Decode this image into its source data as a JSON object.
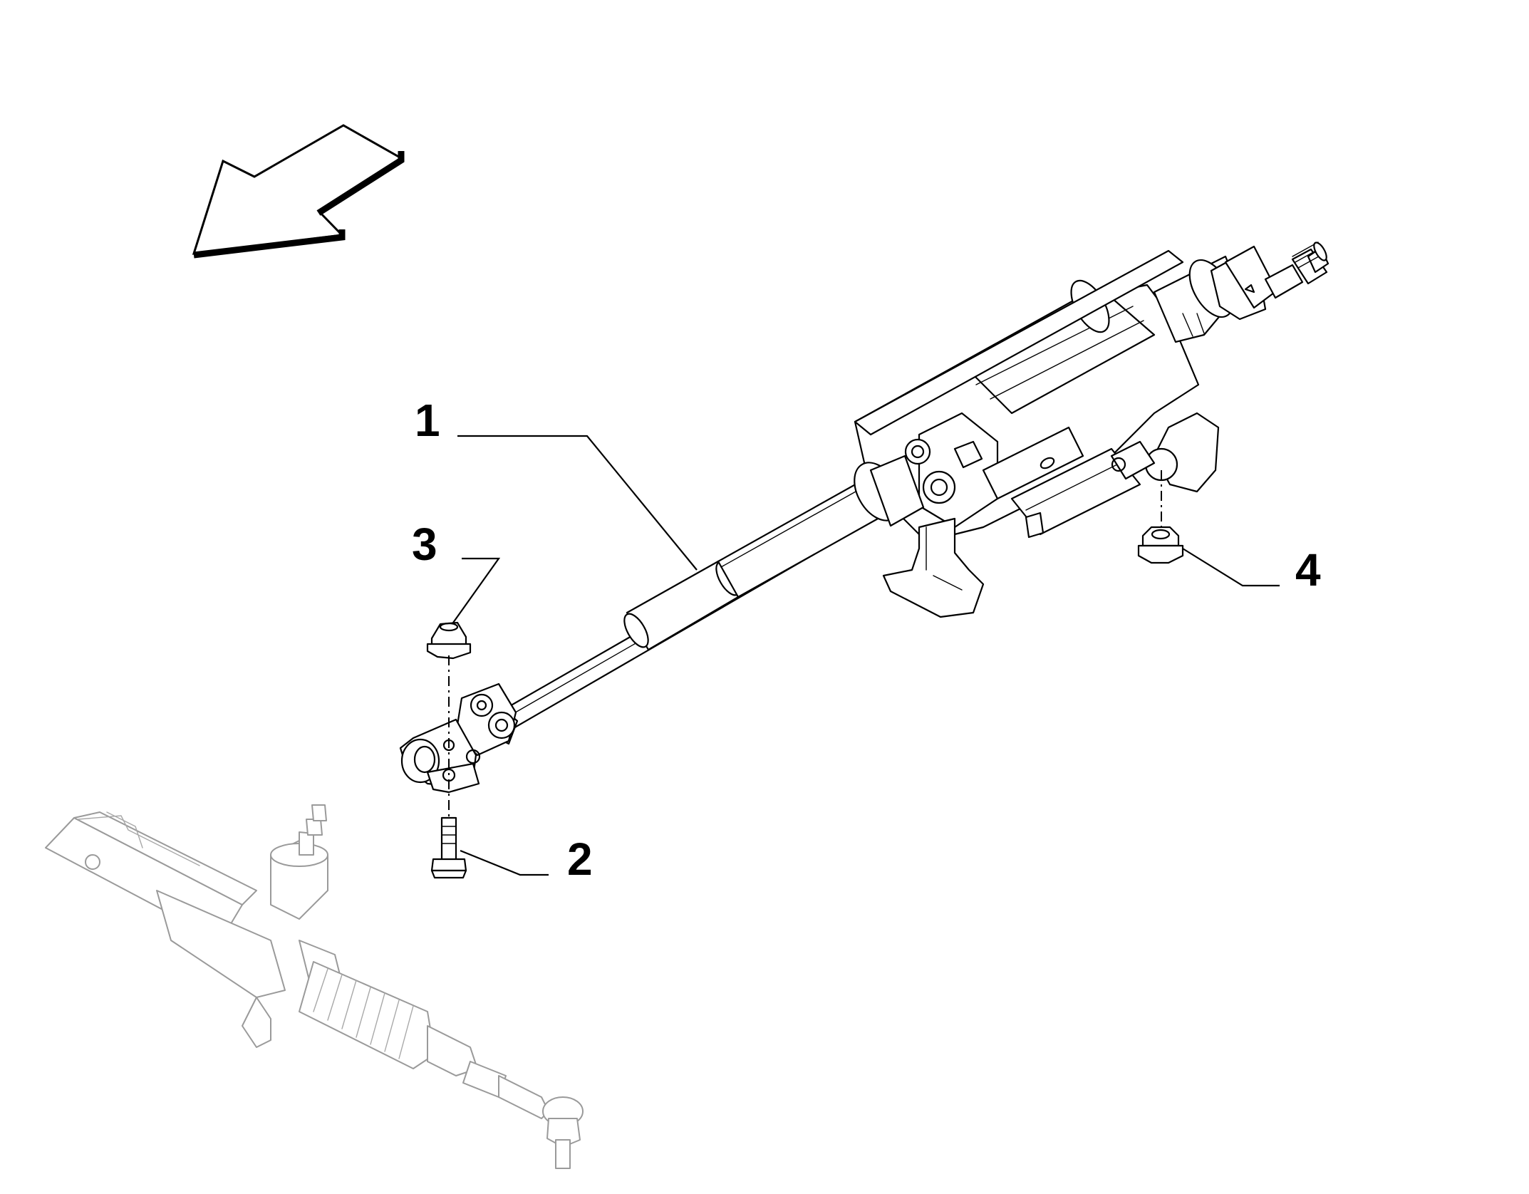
{
  "callouts": [
    {
      "label": "1",
      "part": "steering-column"
    },
    {
      "label": "2",
      "part": "bolt"
    },
    {
      "label": "3",
      "part": "flange-nut"
    },
    {
      "label": "4",
      "part": "flange-nut"
    }
  ],
  "icons": {
    "direction_arrow": "arrow-down-left-icon",
    "steering_rack": "steering-rack-icon"
  },
  "colors": {
    "line": "#000000",
    "reference_part": "#9a9a9a",
    "background": "#ffffff"
  }
}
